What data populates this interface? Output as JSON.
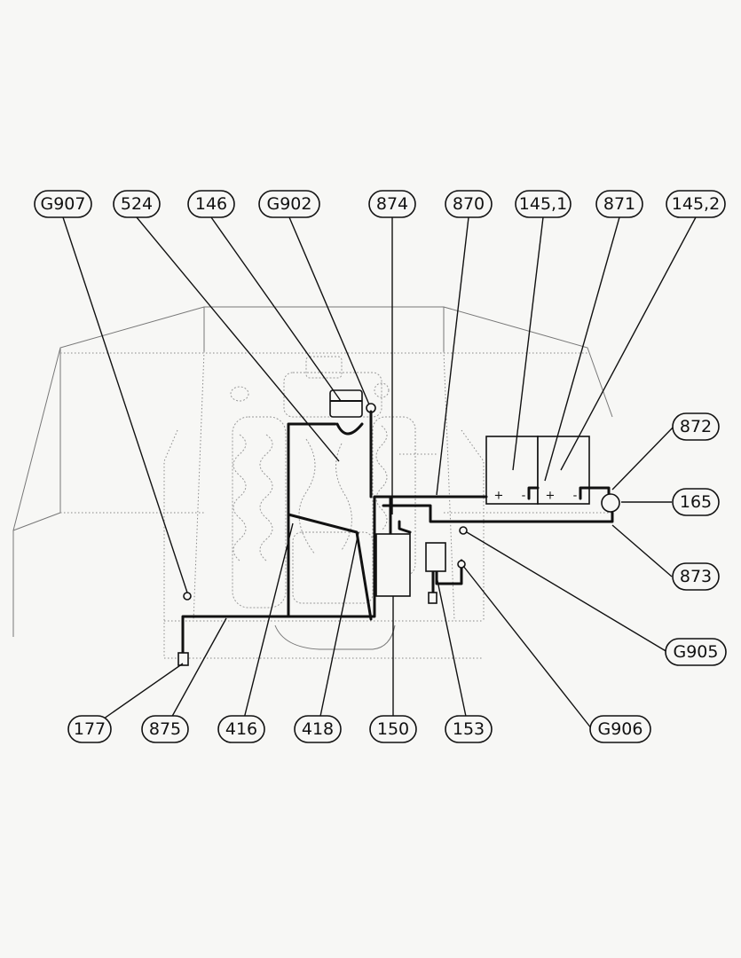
{
  "diagram": {
    "callouts_top": [
      "G907",
      "524",
      "146",
      "G902",
      "874",
      "870",
      "145,1",
      "871",
      "145,2"
    ],
    "callouts_right": [
      "872",
      "165",
      "873",
      "G905",
      "G906"
    ],
    "callouts_bottom": [
      "177",
      "875",
      "416",
      "418",
      "150",
      "153"
    ],
    "battery_terminals": [
      "+",
      "-",
      "+",
      "-"
    ]
  }
}
